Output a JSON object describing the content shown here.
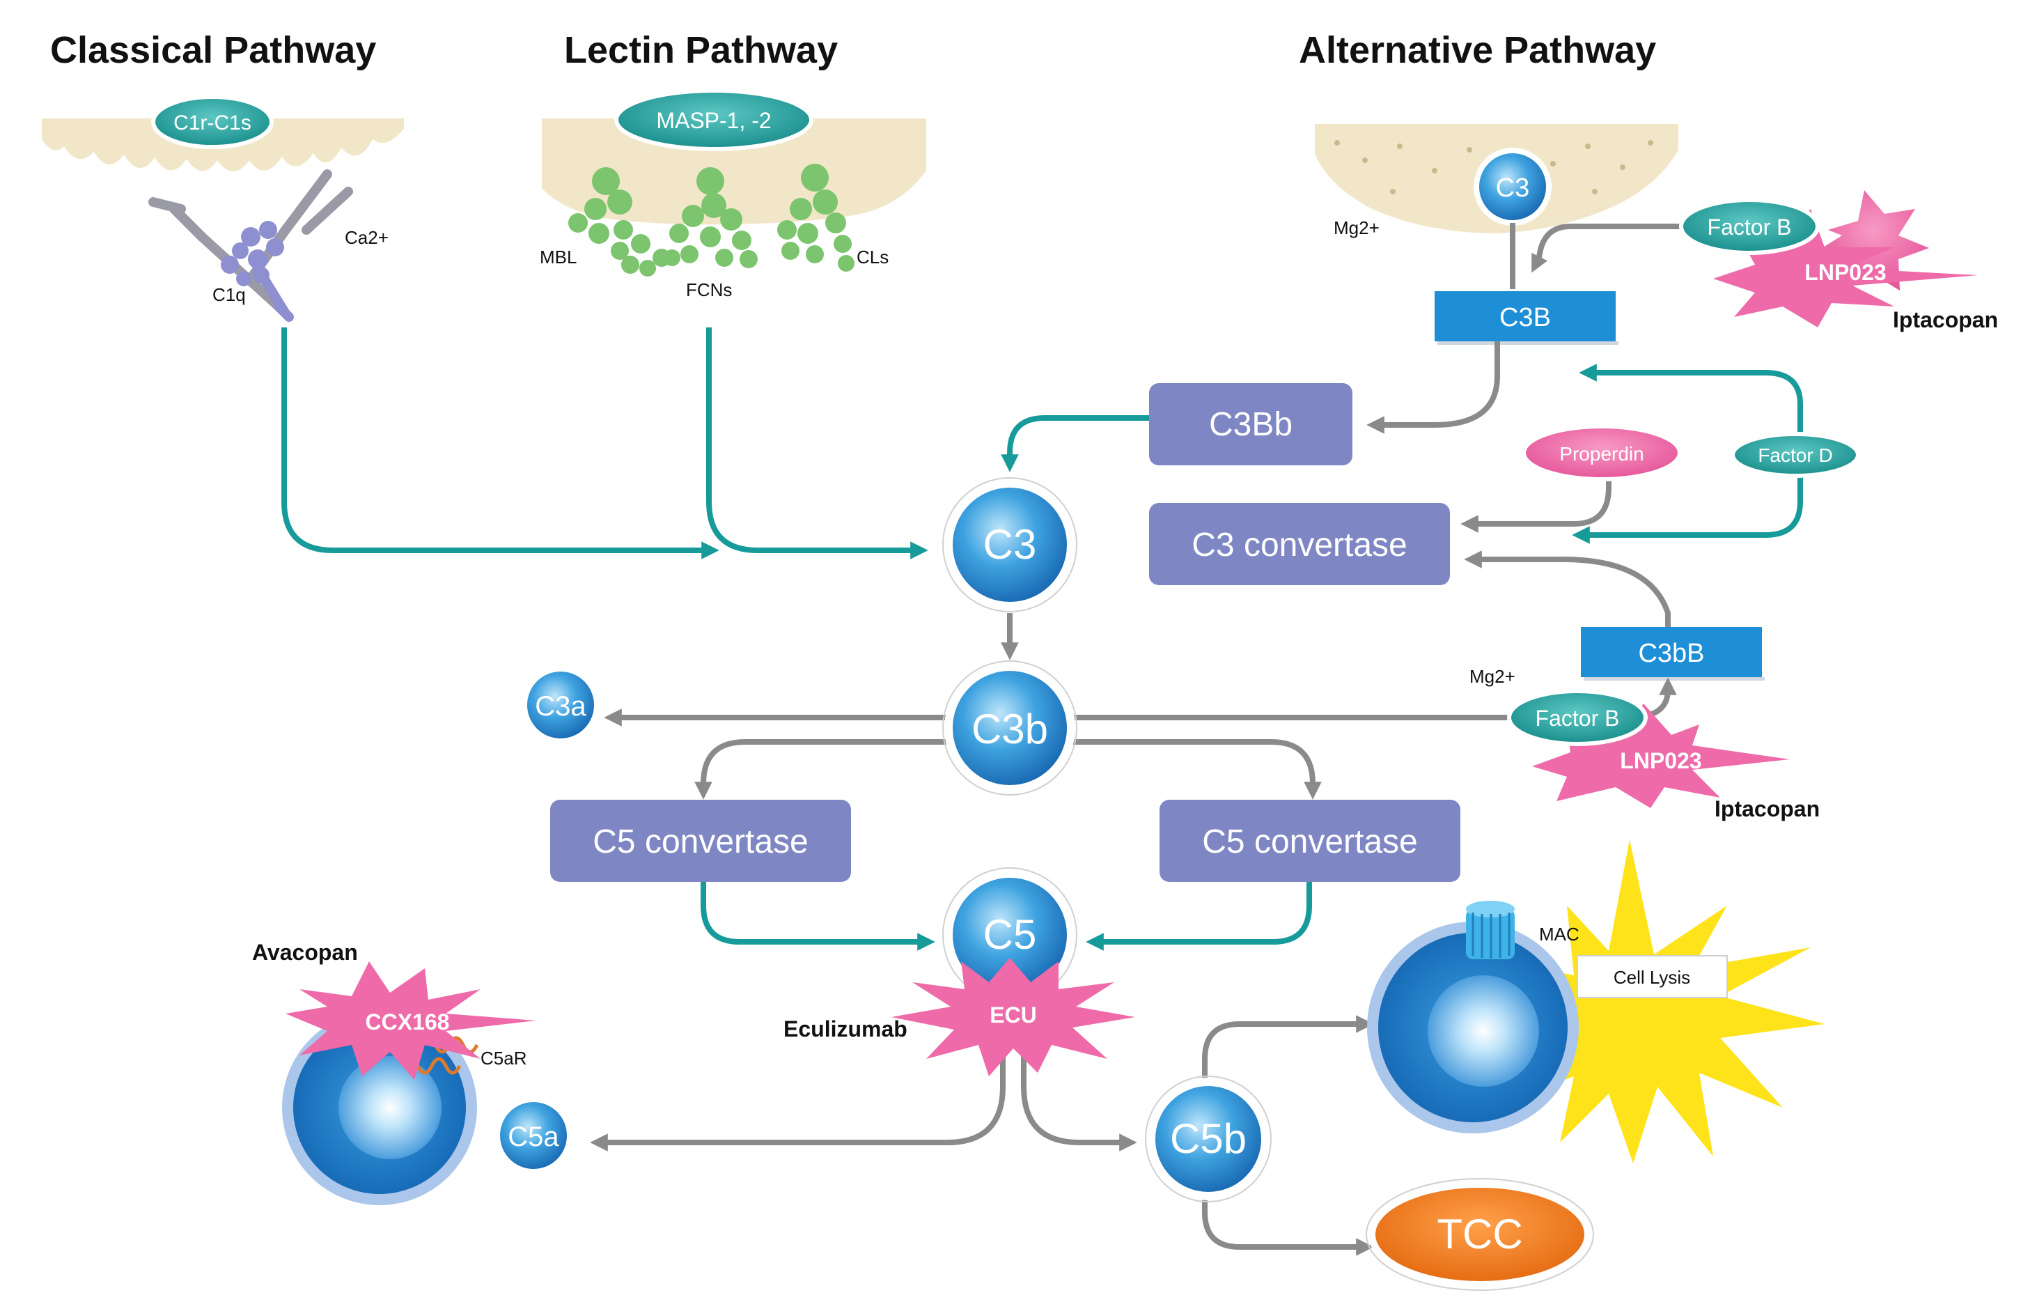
{
  "titles": {
    "classical": "Classical Pathway",
    "lectin": "Lectin Pathway",
    "alternative": "Alternative Pathway"
  },
  "labels": {
    "c1r_c1s": "C1r-C1s",
    "c1q": "C1q",
    "ca2": "Ca2+",
    "masp": "MASP-1, -2",
    "mbl": "MBL",
    "fcns": "FCNs",
    "cls": "CLs",
    "c3_alt": "C3",
    "mg2_top": "Mg2+",
    "factor_b_top": "Factor B",
    "lnp023_top": "LNP023",
    "iptacopan_top": "Iptacopan",
    "c3b_top": "C3B",
    "c3bb": "C3Bb",
    "properdin": "Properdin",
    "factor_d": "Factor D",
    "c3_convertase": "C3 convertase",
    "c3_center": "C3",
    "c3bb_lower": "C3bB",
    "mg2_mid": "Mg2+",
    "factor_b_mid": "Factor B",
    "lnp023_mid": "LNP023",
    "iptacopan_mid": "Iptacopan",
    "c3a": "C3a",
    "c3b_center": "C3b",
    "c5_convertase_left": "C5 convertase",
    "c5_convertase_right": "C5 convertase",
    "c5": "C5",
    "ecu": "ECU",
    "eculizumab": "Eculizumab",
    "avacopan": "Avacopan",
    "ccx168": "CCX168",
    "c5ar": "C5aR",
    "c5a": "C5a",
    "c5b": "C5b",
    "mac": "MAC",
    "cell_lysis": "Cell Lysis",
    "tcc": "TCC"
  },
  "colors": {
    "teal": "#169a9a",
    "gray_arrow": "#8a8a8a",
    "lavender": "#7f86c4",
    "blue_box": "#1e8fd6",
    "pink_star": "#ee6aa8",
    "orange": "#f07a1e",
    "yellow": "#ffe31a",
    "membrane": "#f1e7c8",
    "green": "#7cc46e"
  }
}
